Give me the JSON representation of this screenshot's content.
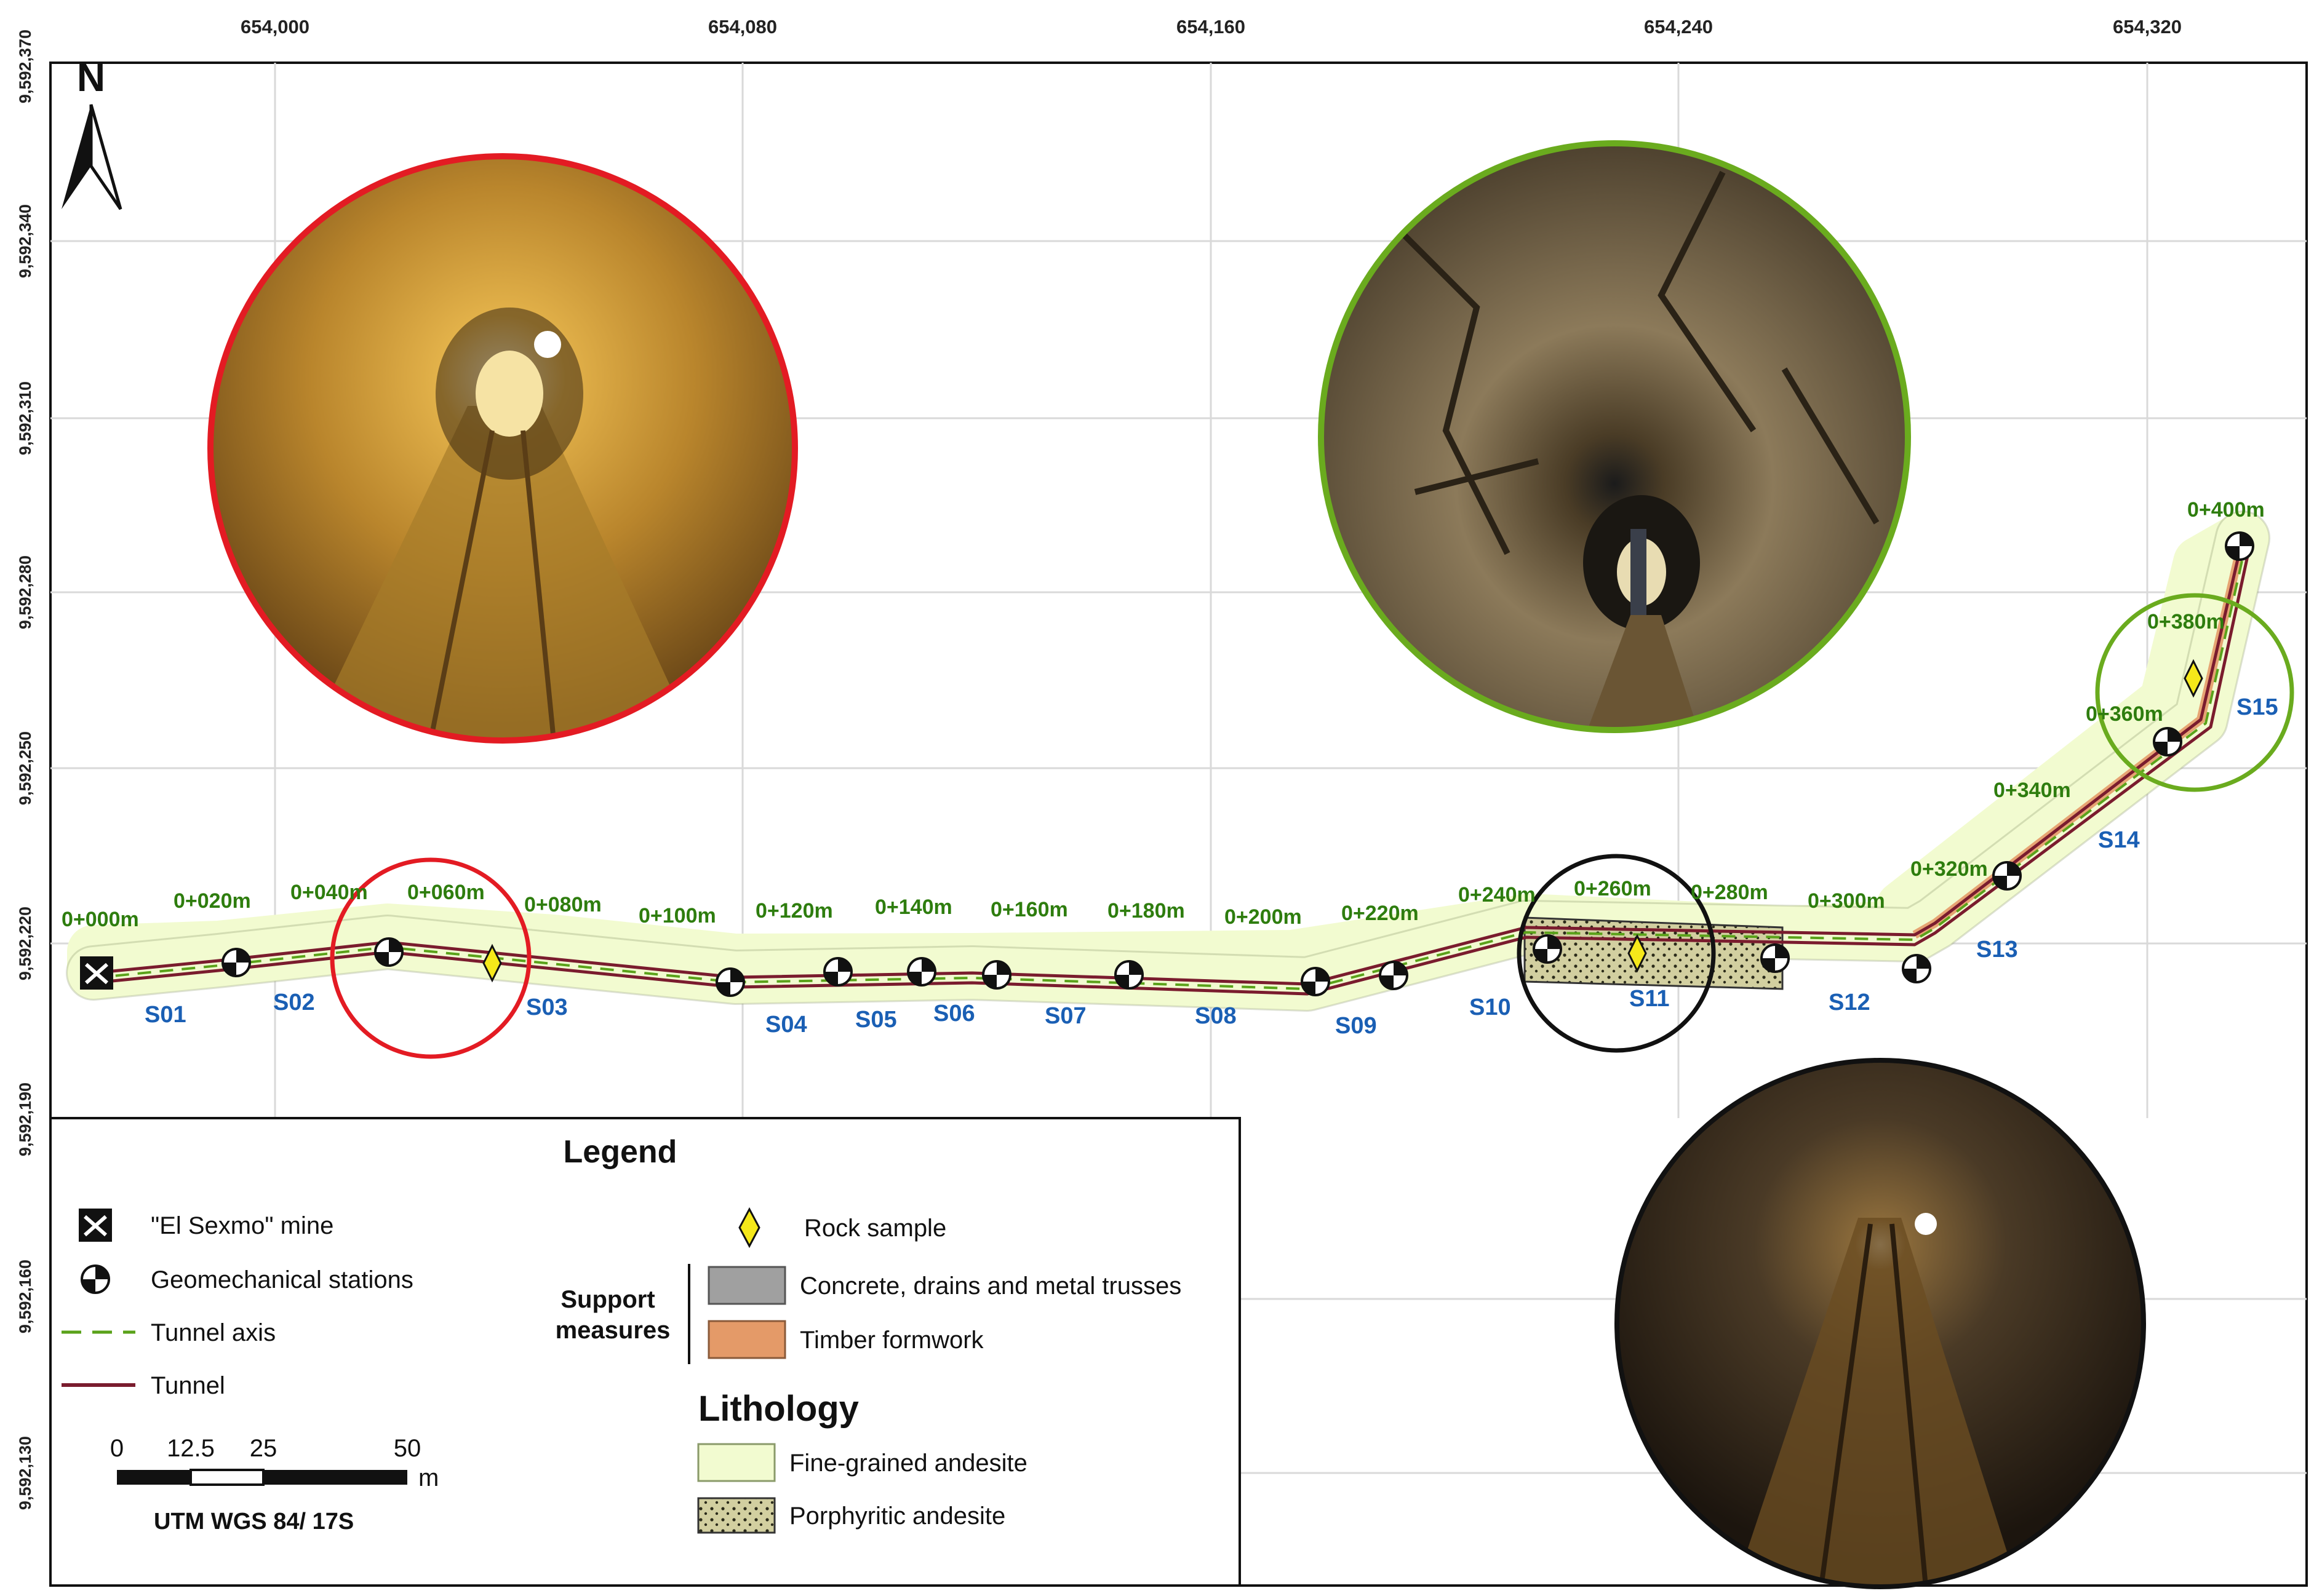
{
  "map": {
    "x_ticks": [
      "654,000",
      "654,080",
      "654,160",
      "654,240",
      "654,320"
    ],
    "y_ticks": [
      "9,592,370",
      "9,592,340",
      "9,592,310",
      "9,592,280",
      "9,592,250",
      "9,592,220",
      "9,592,190",
      "9,592,160",
      "9,592,130"
    ],
    "north_label": "N",
    "chainages": [
      "0+000m",
      "0+020m",
      "0+040m",
      "0+060m",
      "0+080m",
      "0+100m",
      "0+120m",
      "0+140m",
      "0+160m",
      "0+180m",
      "0+200m",
      "0+220m",
      "0+240m",
      "0+260m",
      "0+280m",
      "0+300m",
      "0+320m",
      "0+340m",
      "0+360m",
      "0+380m",
      "0+400m"
    ],
    "stations": [
      "S01",
      "S02",
      "S03",
      "S04",
      "S05",
      "S06",
      "S07",
      "S08",
      "S09",
      "S10",
      "S11",
      "S12",
      "S13",
      "S14",
      "S15"
    ],
    "highlight_colors": {
      "red": "#e31b23",
      "green": "#6aab1e",
      "black": "#111111"
    },
    "lithology_colors": {
      "fine_grained_andesite": "#f2fbd0",
      "porphyritic_andesite": "#d2cfa0"
    },
    "support_colors": {
      "concrete": "#a0a0a0",
      "timber": "#e49a68"
    }
  },
  "legend": {
    "title": "Legend",
    "mine": "\"El Sexmo\" mine",
    "stations": "Geomechanical stations",
    "axis": "Tunnel axis",
    "tunnel": "Tunnel",
    "rock_sample": "Rock sample",
    "support_title_1": "Support",
    "support_title_2": "measures",
    "support_concrete": "Concrete, drains and metal trusses",
    "support_timber": "Timber formwork",
    "lithology_title": "Lithology",
    "fine": "Fine-grained andesite",
    "porphyritic": "Porphyritic andesite"
  },
  "scale": {
    "labels": [
      "0",
      "12.5",
      "25",
      "50"
    ],
    "unit": "m",
    "crs": "UTM WGS 84/ 17S"
  }
}
